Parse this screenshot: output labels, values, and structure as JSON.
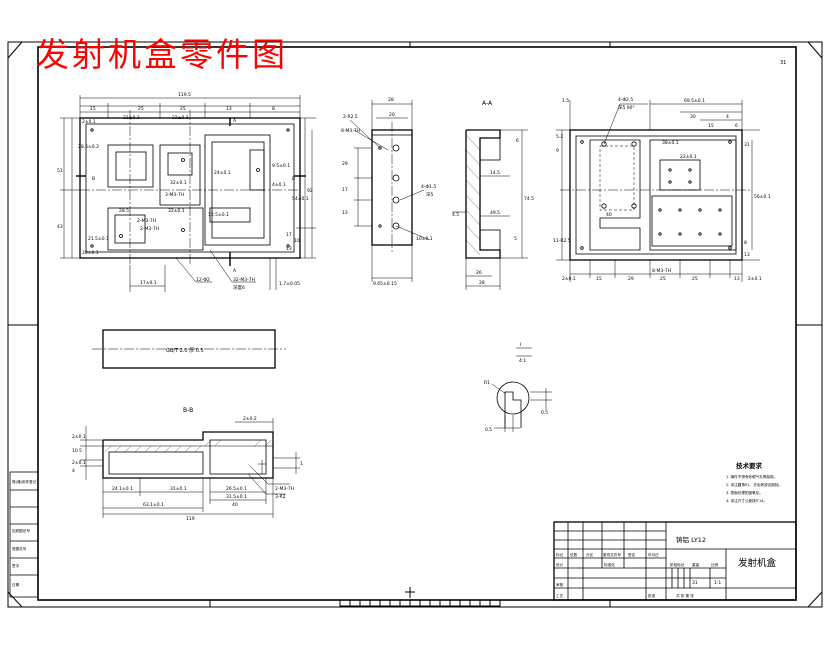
{
  "overlay_title": "发射机盒零件图",
  "part_name": "发射机盒",
  "material": "铸铝 LY12",
  "scale": "1:1",
  "sheet_code": "31",
  "section_aa": "A-A",
  "section_bb": "B-B",
  "detail_scale": "4:1",
  "tech_req_title": "技术要求",
  "tech_req_lines": [
    "1. 铸件不得有砂眼气孔等缺陷。",
    "2. 未注圆角R1，去毛刺锐边倒钝。",
    "3. 表面处理阳极氧化。",
    "4. 未注尺寸公差按IT14。"
  ],
  "tb_row_labels": [
    "标记",
    "处数",
    "分区",
    "更改文件号",
    "签名",
    "年月日"
  ],
  "tb_role_labels": [
    "设计",
    "审核",
    "工艺",
    "批准"
  ],
  "tb_misc": {
    "standard": "标准化",
    "stage": "阶段标记",
    "weight": "重量",
    "ratio": "比例",
    "sheets": "共 张 第 张"
  },
  "left_strip": [
    "借(通)用件登记",
    "旧底图总号",
    "底图总号",
    "签字",
    "日期"
  ],
  "top_view": {
    "dims_top": [
      "119.5",
      "15",
      "25",
      "25",
      "13",
      "8"
    ],
    "dims_left": [
      "2±0.1",
      "28.5±0.2",
      "51",
      "43",
      "28±0.1"
    ],
    "dims_inner": [
      "21±0.1",
      "22±0.1",
      "24±0.1",
      "32±0.1",
      "9.5±0.1",
      "4±0.1",
      "28.5",
      "32±0.1",
      "17±0.1",
      "21.5±0.1",
      "12.5±0.1",
      "54±0.1",
      "10"
    ],
    "dims_right": [
      "92",
      "17",
      "13"
    ],
    "callouts": [
      "3-M3-7H",
      "2-M3-7H",
      "2-M3-7H",
      "32-M3-7H",
      "深度6",
      "12-Φ2",
      "1.7±0.05"
    ],
    "sec_marks": [
      "A",
      "A",
      "B",
      "B",
      "I"
    ]
  },
  "side_view": {
    "dims": [
      "28",
      "20",
      "2-R2.5",
      "8-M3-7H",
      "29",
      "17",
      "13",
      "4-Φ1.5",
      "深5",
      "10±0.1",
      "9.65±0.15"
    ]
  },
  "section_view": {
    "dims": [
      "6",
      "14.5",
      "4.5",
      "49.5",
      "74.5",
      "5",
      "26",
      "28"
    ]
  },
  "rear_view": {
    "dims_top": [
      "1.5",
      "4-Φ2.5",
      "深5 90°",
      "69.5±0.1",
      "30",
      "4",
      "15",
      "6",
      "38±0.1",
      "22±0.1"
    ],
    "dims_left": [
      "5.2",
      "9",
      "11-R2.5",
      "40"
    ],
    "dims_right": [
      "31",
      "56±0.1",
      "8",
      "13"
    ],
    "dims_bottom": [
      "2±0.1",
      "15",
      "29",
      "25",
      "25",
      "13",
      "2±0.1",
      "8-M3-7H"
    ]
  },
  "plate_label": "GB/T 2.0 厚 0.5",
  "bb_view": {
    "dims": [
      "2±0.1",
      "2±0.1",
      "10.5",
      "4",
      "24.1±0.1",
      "31±0.1",
      "26.5±0.1",
      "31.5±0.1",
      "63.1±0.1",
      "40",
      "119",
      "2-M3-7H",
      "3-R2",
      "2±0.2",
      "1"
    ]
  },
  "detail_view": {
    "dims": [
      "R1",
      "0.5",
      "0.5",
      "I"
    ]
  }
}
